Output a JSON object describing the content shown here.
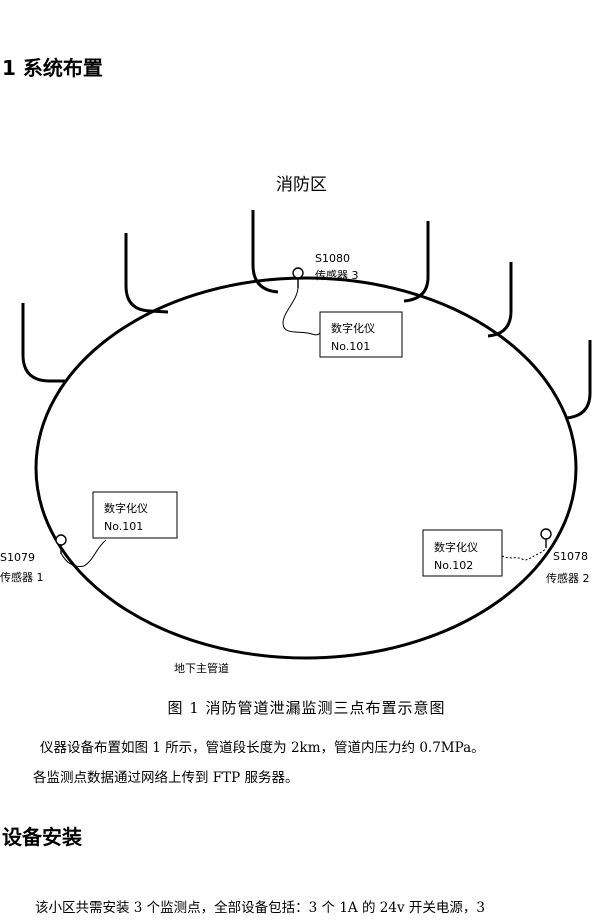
{
  "section1": {
    "heading": "1 系统布置"
  },
  "figure": {
    "area_label": "消防区",
    "pipe_label": "地下主管道",
    "caption": "图 1  消防管道泄漏监测三点布置示意图",
    "sensors": [
      {
        "id": "S1080",
        "name": "传感器 3"
      },
      {
        "id": "S1079",
        "name": "传感器 1"
      },
      {
        "id": "S1078",
        "name": "传感器 2"
      }
    ],
    "instruments": [
      {
        "title": "数字化仪",
        "number": "No.101"
      },
      {
        "title": "数字化仪",
        "number": "No.101"
      },
      {
        "title": "数字化仪",
        "number": "No.102"
      }
    ]
  },
  "body": {
    "para1": "仪器设备布置如图 1 所示，管道段长度为 2km，管道内压力约 0.7MPa。",
    "para2": "各监测点数据通过网络上传到 FTP 服务器。"
  },
  "section2": {
    "heading": "设备安装",
    "para1": "该小区共需安装 3 个监测点，全部设备包括：3 个 1A 的 24v 开关电源，3"
  }
}
